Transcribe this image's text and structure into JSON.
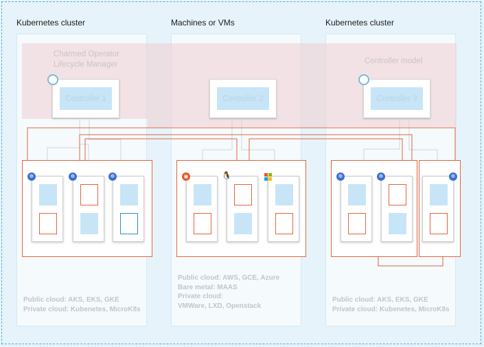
{
  "columns": [
    {
      "title": "Kubernetes cluster"
    },
    {
      "title": "Machines or VMs"
    },
    {
      "title": "Kubernetes cluster"
    }
  ],
  "bands": {
    "left_label_line1": "Charmed Operator",
    "left_label_line2": "Lifecycle Manager",
    "right_label": "Controller model"
  },
  "controllers": [
    {
      "label": "Controller 1"
    },
    {
      "label": "Controller 2"
    },
    {
      "label": "Controller 3"
    }
  ],
  "footers": {
    "left": [
      "Public cloud: AKS, EKS, GKE",
      "Private cloud: Kubenetes, MicroK8s"
    ],
    "middle": [
      "Public cloud: AWS, GCE, Azure",
      "Bare metal: MAAS",
      "Private cloud:",
      "VMWare, LXD, Openstack"
    ],
    "right": [
      "Public cloud: AKS, EKS, GKE",
      "Private cloud: Kubenetes, MicroK8s"
    ]
  },
  "icons": {
    "k8s": "kubernetes-icon",
    "ubuntu": "ubuntu-icon",
    "linux": "linux-icon",
    "windows": "windows-icon"
  },
  "colors": {
    "accent_orange": "#e2643e",
    "frame_blue": "#4fb0d8",
    "pod_blue": "#c7e5f7",
    "band_pink": "#eecdd2"
  }
}
